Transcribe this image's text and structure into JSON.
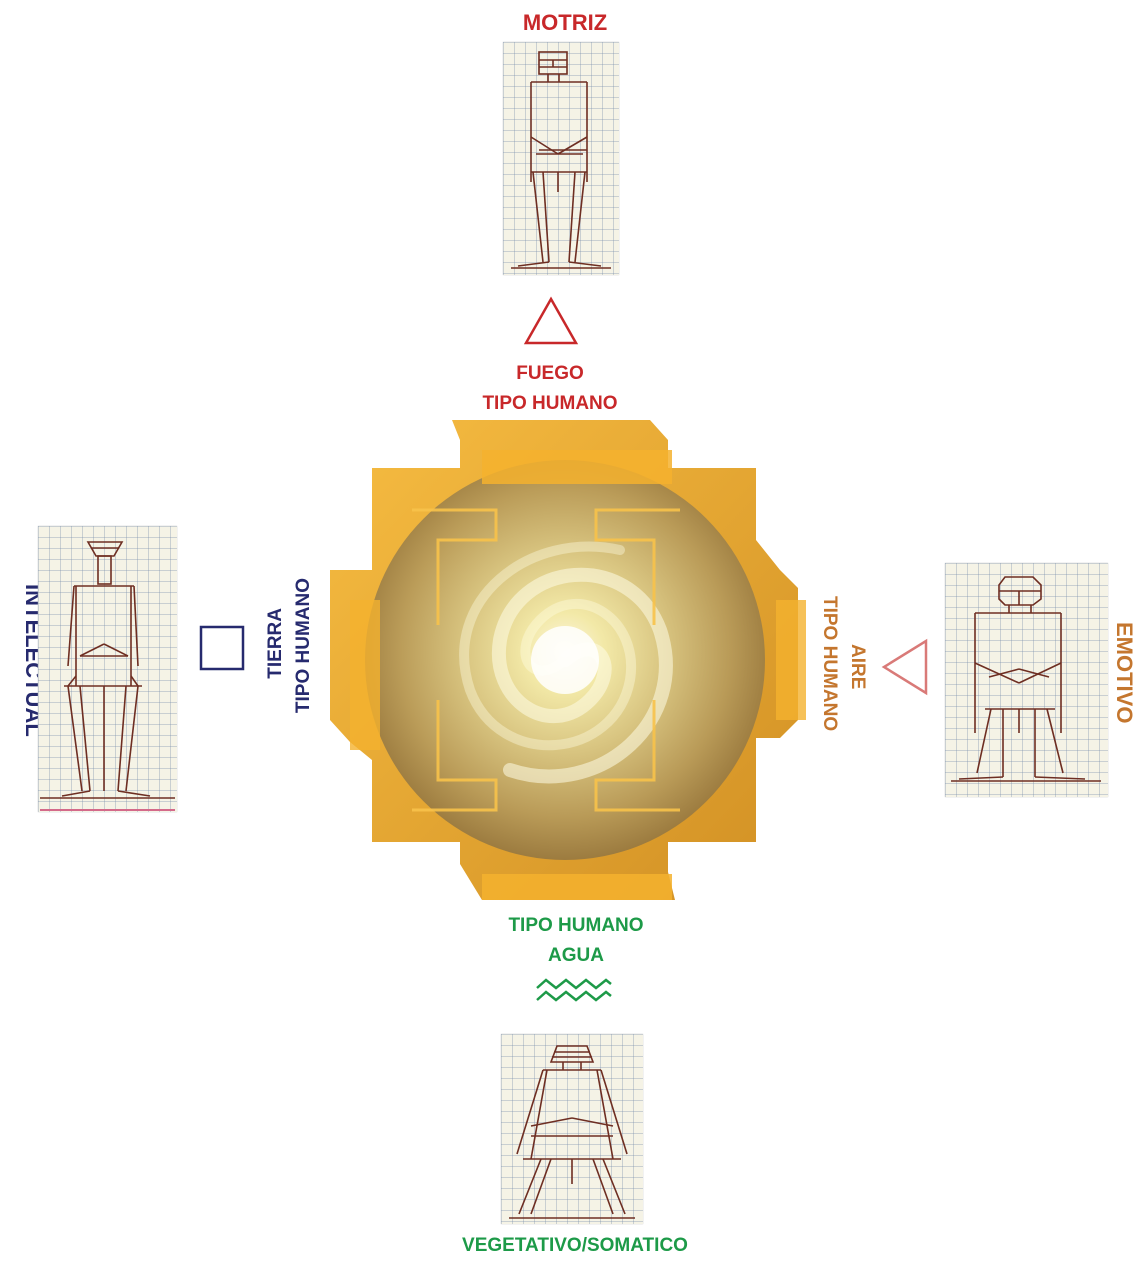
{
  "colors": {
    "fire": "#c8282a",
    "earth": "#262a6e",
    "air": "#c4762e",
    "air_symbol": "#d97a78",
    "water": "#1d9a48",
    "figure_ink": "#6e2e22",
    "mandala_gold": "#e6a22a"
  },
  "top": {
    "title": "MOTRIZ",
    "element": "FUEGO",
    "type": "TIPO HUMANO",
    "symbol": "triangle-up-icon"
  },
  "left": {
    "title": "INTELECTUAL",
    "element": "TIERRA",
    "type": "TIPO HUMANO",
    "symbol": "square-icon"
  },
  "right": {
    "title": "EMOTIVO",
    "element": "AIRE",
    "type": "TIPO HUMANO",
    "symbol": "triangle-down-icon"
  },
  "bottom": {
    "title": "VEGETATIVO/SOMATICO",
    "element": "AGUA",
    "type": "TIPO HUMANO",
    "symbol": "waves-icon"
  },
  "center": {
    "image": "spiral-galaxy-mandala"
  }
}
